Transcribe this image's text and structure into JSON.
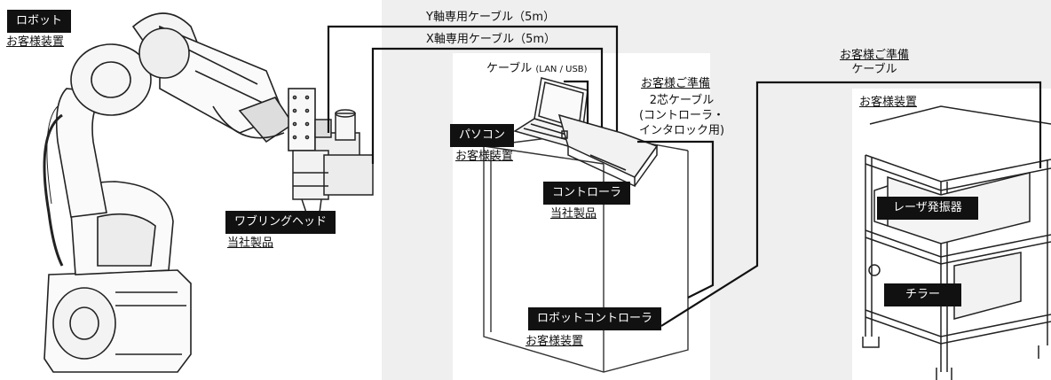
{
  "robot": {
    "tag": "ロボット",
    "owner": "お客様装置"
  },
  "head": {
    "tag": "ワブリングヘッド",
    "owner": "当社製品"
  },
  "y_cable": "Y軸専用ケーブル（5m）",
  "x_cable": "X軸専用ケーブル（5m）",
  "pc_cable": {
    "label": "ケーブル",
    "note": "(LAN / USB)"
  },
  "pc": {
    "tag": "パソコン",
    "owner": "お客様装置"
  },
  "controller": {
    "tag": "コントローラ",
    "owner": "当社製品"
  },
  "interlock_cable": {
    "line1": "お客様ご準備",
    "line2": "2芯ケーブル",
    "line3": "(コントローラ・",
    "line4": "インタロック用)"
  },
  "robot_controller": {
    "tag": "ロボットコントローラ",
    "owner": "お客様装置"
  },
  "customer_cable": {
    "line1": "お客様ご準備",
    "line2": "ケーブル"
  },
  "laser_rack": {
    "owner": "お客様装置"
  },
  "laser": {
    "tag": "レーザ発振器"
  },
  "chiller": {
    "tag": "チラー"
  }
}
